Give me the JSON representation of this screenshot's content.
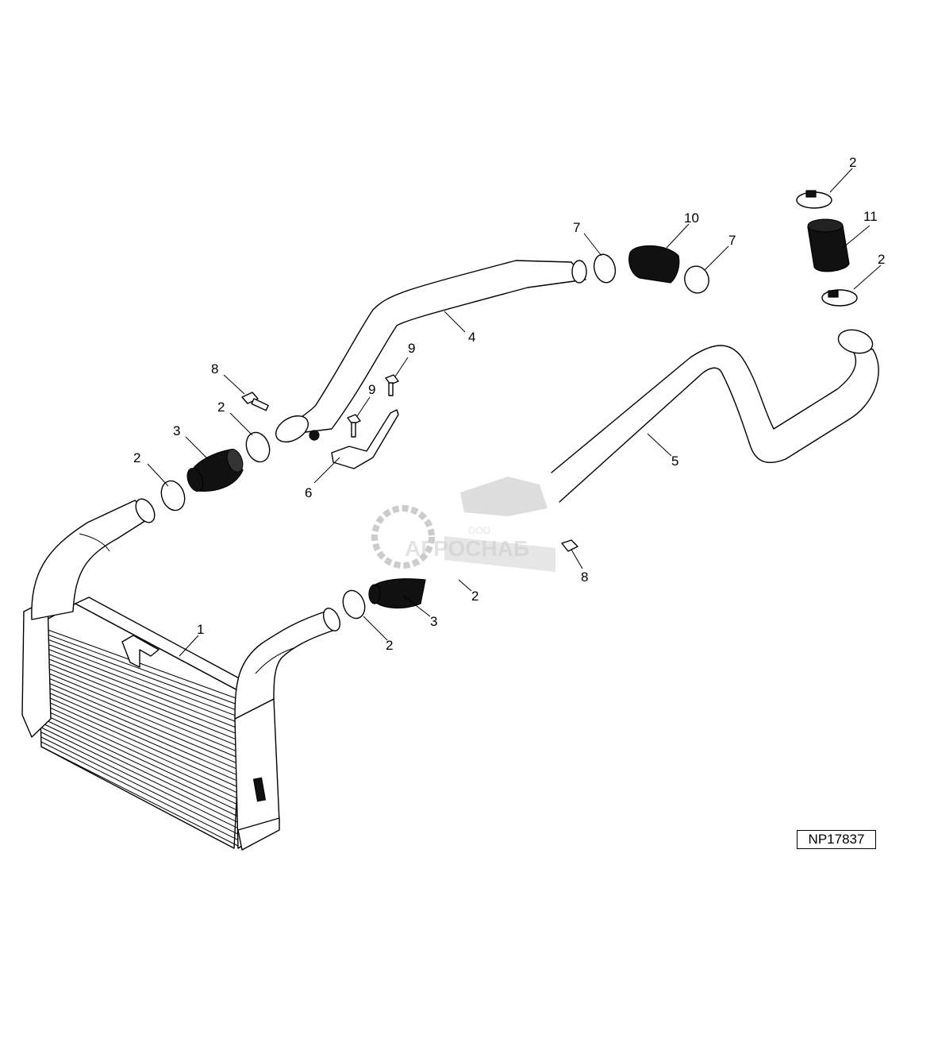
{
  "diagram": {
    "id_label": "NP17837",
    "callouts": [
      "1",
      "2",
      "3",
      "4",
      "5",
      "6",
      "7",
      "8",
      "9",
      "10",
      "11"
    ]
  },
  "watermark": {
    "prefix": "ООО",
    "brand": "АГРОСНАБ",
    "color": "#9a9a9a"
  },
  "colors": {
    "line": "#000000",
    "background": "#ffffff"
  }
}
